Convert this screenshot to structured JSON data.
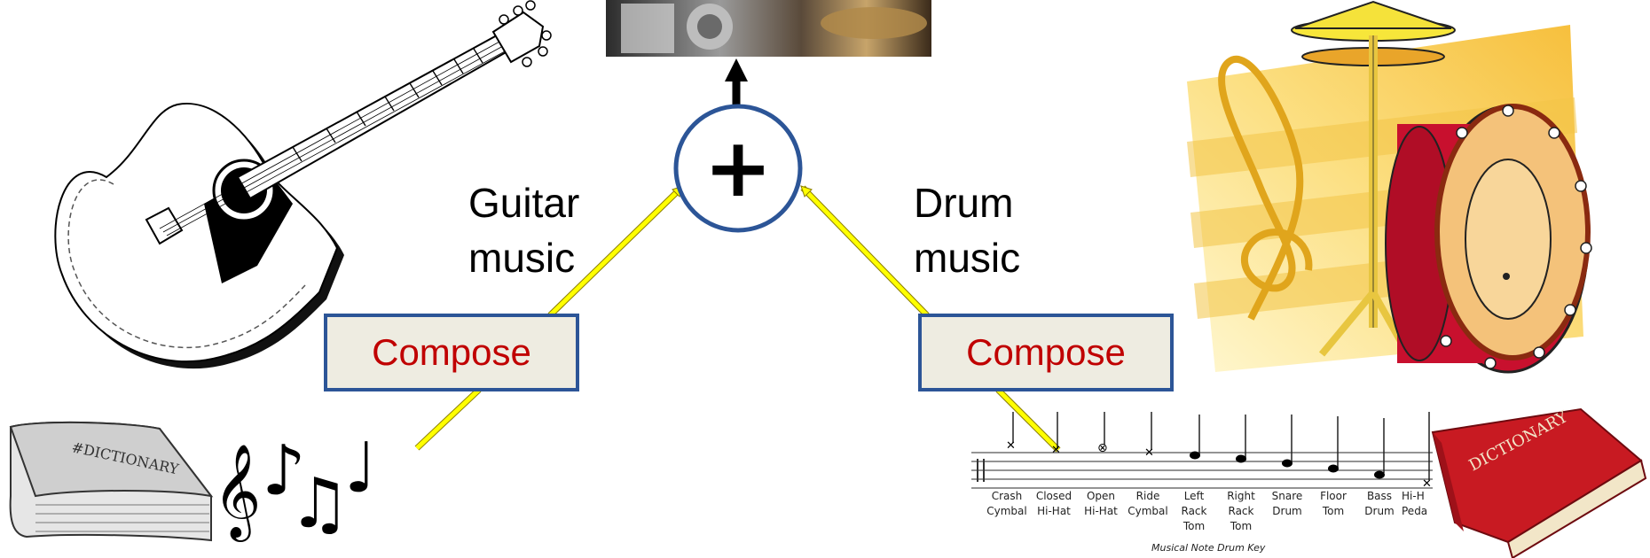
{
  "diagram": {
    "combine_symbol": "+",
    "left": {
      "label_line1": "Guitar",
      "label_line2": "music",
      "compose_label": "Compose"
    },
    "right": {
      "label_line1": "Drum",
      "label_line2": "music",
      "compose_label": "Compose"
    },
    "drum_key": {
      "instruments": [
        {
          "line1": "Crash",
          "line2": "Cymbal",
          "line3": ""
        },
        {
          "line1": "Closed",
          "line2": "Hi-Hat",
          "line3": ""
        },
        {
          "line1": "Open",
          "line2": "Hi-Hat",
          "line3": ""
        },
        {
          "line1": "Ride",
          "line2": "Cymbal",
          "line3": ""
        },
        {
          "line1": "Left",
          "line2": "Rack",
          "line3": "Tom"
        },
        {
          "line1": "Right",
          "line2": "Rack",
          "line3": "Tom"
        },
        {
          "line1": "Snare",
          "line2": "Drum",
          "line3": ""
        },
        {
          "line1": "Floor",
          "line2": "Tom",
          "line3": ""
        },
        {
          "line1": "Bass",
          "line2": "Drum",
          "line3": ""
        },
        {
          "line1": "Hi-H",
          "line2": "Peda",
          "line3": ""
        }
      ],
      "caption": "Musical Note Drum Key"
    },
    "dictionary_left_spine": "#DICTIONARY",
    "dictionary_right_spine": "DICTIONARY",
    "colors": {
      "circle_border": "#2c5597",
      "box_border": "#2c5597",
      "box_fill": "#eeece1",
      "compose_text": "#c00000",
      "connector": "#ffff00",
      "drum_red": "#c8102e"
    },
    "icons": [
      "guitar-icon",
      "drum-kit-icon",
      "music-notes-icon",
      "dictionary-icon",
      "band-photo"
    ]
  }
}
